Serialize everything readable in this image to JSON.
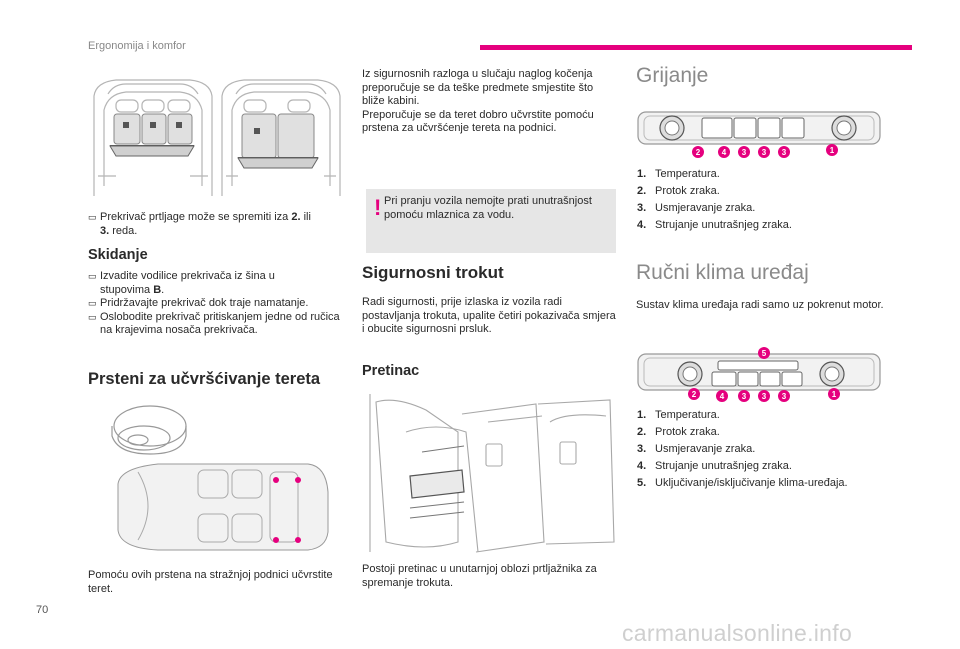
{
  "header": {
    "section": "Ergonomija i komfor",
    "accent": "#e5007e"
  },
  "page_number": "70",
  "watermark": "carmanualsonline.info",
  "left": {
    "cover_note": "Prekrivač prtljage može se spremiti iza 2. ili 3. reda.",
    "cover_note_a": "Prekrivač prtljage može se spremiti iza ",
    "cover_note_b": "2.",
    "cover_note_c": " ili",
    "cover_note_d": "3.",
    "cover_note_e": " reda.",
    "removal_title": "Skidanje",
    "removal_steps": [
      "Izvadite vodilice prekrivača iz šina u stupovima B.",
      "Pridržavajte prekrivač dok traje namatanje.",
      "Oslobodite prekrivač pritiskanjem jedne od ručica na krajevima nosača prekrivača."
    ],
    "removal_step1_a": "Izvadite vodilice prekrivača iz šina u",
    "removal_step1_b": "stupovima ",
    "removal_step1_c": "B",
    "removal_step1_d": ".",
    "rings_title": "Prsteni za učvršćivanje tereta",
    "rings_text": "Pomoću ovih prstena na stražnjoj podnici učvrstite teret."
  },
  "middle": {
    "safety_text": "Iz sigurnosnih razloga u slučaju naglog kočenja preporučuje se da teške predmete smjestite što bliže kabini.",
    "safety_text2": "Preporučuje se da teret dobro učvrstite pomoću prstena za učvršćenje tereta na podnici.",
    "warning_mark": "!",
    "warning_text": "Pri pranju vozila nemojte prati unutrašnjost pomoću mlaznica za vodu.",
    "triangle_title": "Sigurnosni trokut",
    "triangle_text": "Radi sigurnosti, prije izlaska iz vozila radi postavljanja trokuta, upalite četiri pokazivača smjera i obucite sigurnosni prsluk.",
    "compartment_title": "Pretinac",
    "compartment_text": "Postoji pretinac u unutarnjoj oblozi prtljažnika za spremanje trokuta."
  },
  "right": {
    "heating_title": "Grijanje",
    "heating_items": [
      {
        "n": "1.",
        "label": "Temperatura."
      },
      {
        "n": "2.",
        "label": "Protok zraka."
      },
      {
        "n": "3.",
        "label": "Usmjeravanje zraka."
      },
      {
        "n": "4.",
        "label": "Strujanje unutrašnjeg zraka."
      }
    ],
    "ac_title": "Ručni klima uređaj",
    "ac_text": "Sustav klima uređaja radi samo uz pokrenut motor.",
    "ac_items": [
      {
        "n": "1.",
        "label": "Temperatura."
      },
      {
        "n": "2.",
        "label": "Protok zraka."
      },
      {
        "n": "3.",
        "label": "Usmjeravanje zraka."
      },
      {
        "n": "4.",
        "label": "Strujanje unutrašnjeg zraka."
      },
      {
        "n": "5.",
        "label": "Uključivanje/isključivanje klima-uređaja."
      }
    ],
    "panel1_callouts": [
      "2",
      "4",
      "3",
      "3",
      "3",
      "1"
    ],
    "panel2_callouts": [
      "5",
      "2",
      "4",
      "3",
      "3",
      "3",
      "1"
    ]
  },
  "bullet_glyph": "",
  "callout_color": "#e5007e"
}
